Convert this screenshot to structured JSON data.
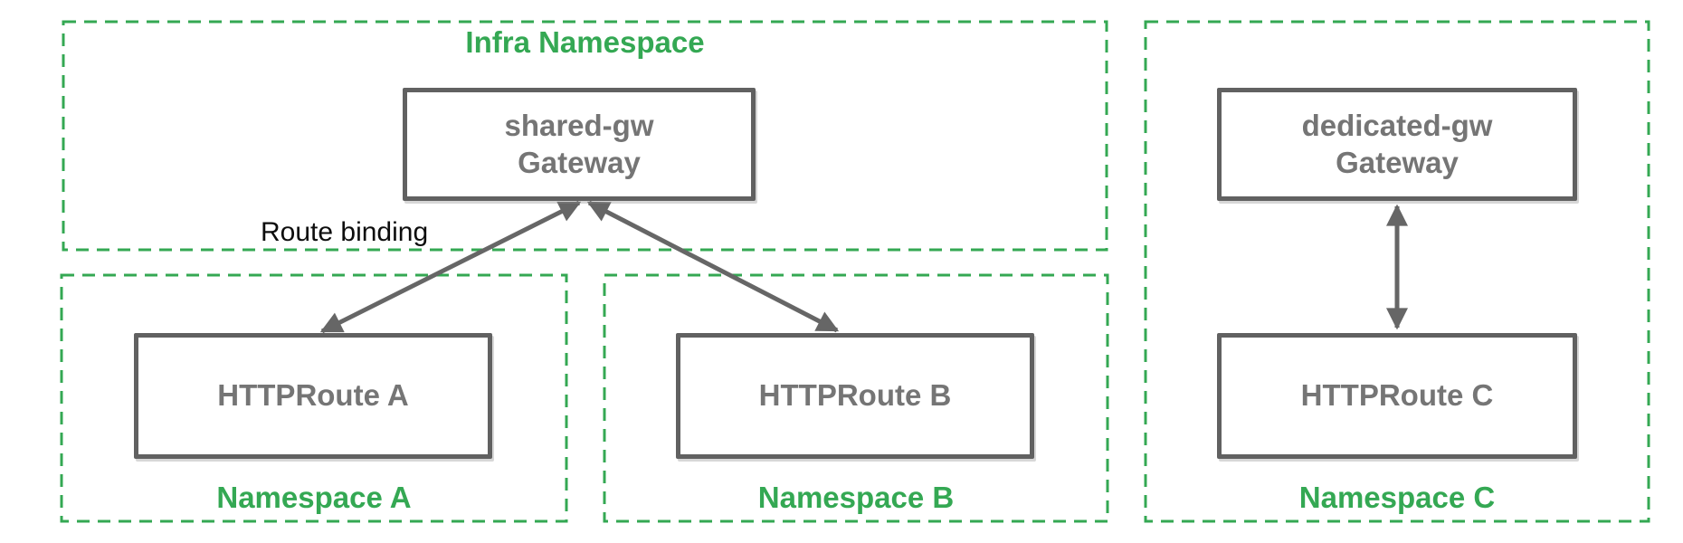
{
  "diagram": {
    "infra": {
      "label": "Infra Namespace"
    },
    "namespace_a": {
      "label": "Namespace A"
    },
    "namespace_b": {
      "label": "Namespace B"
    },
    "namespace_c": {
      "label": "Namespace C"
    },
    "shared_gw": {
      "name": "shared-gw",
      "kind": "Gateway"
    },
    "dedicated_gw": {
      "name": "dedicated-gw",
      "kind": "Gateway"
    },
    "route_a": {
      "label": "HTTPRoute A"
    },
    "route_b": {
      "label": "HTTPRoute B"
    },
    "route_c": {
      "label": "HTTPRoute C"
    },
    "route_binding_label": "Route binding",
    "edges": [
      {
        "from": "HTTPRoute A",
        "to": "shared-gw Gateway",
        "style": "bidirectional-arrow",
        "label": "Route binding"
      },
      {
        "from": "HTTPRoute B",
        "to": "shared-gw Gateway",
        "style": "bidirectional-arrow"
      },
      {
        "from": "HTTPRoute C",
        "to": "dedicated-gw Gateway",
        "style": "bidirectional-arrow"
      }
    ]
  },
  "colors": {
    "namespace_green": "#34a853",
    "node_border_gray": "#616161",
    "node_text_gray": "#757575",
    "arrow_gray": "#666666",
    "annotation_black": "#0d0d0d"
  }
}
